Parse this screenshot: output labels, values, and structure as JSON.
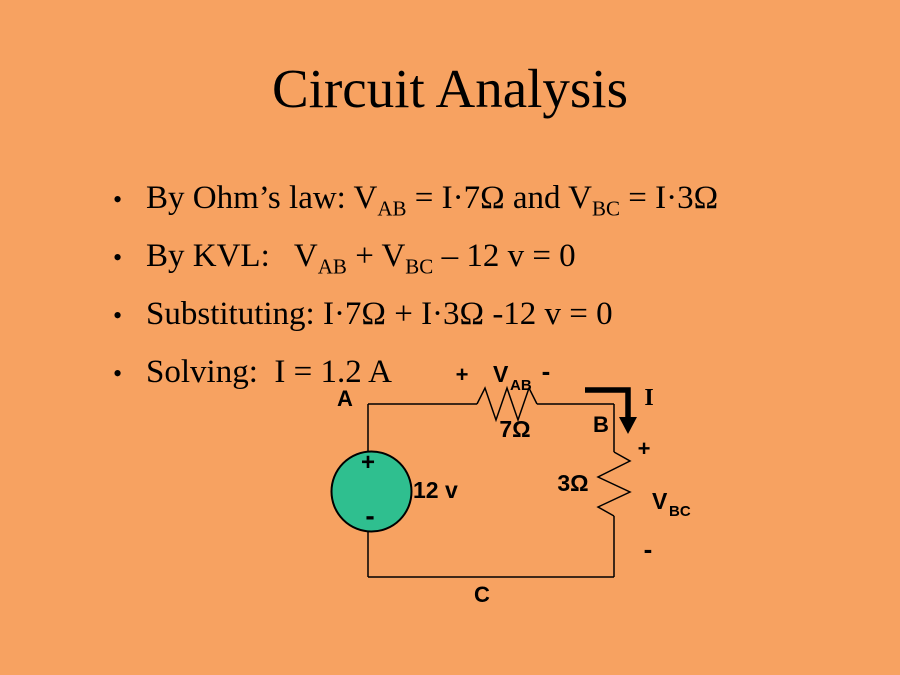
{
  "slide": {
    "title": "Circuit Analysis",
    "bullet_char": "•",
    "bullets": [
      {
        "pre": "By Ohm’s law: V",
        "sub1": "AB",
        "mid": " = I·7Ω and V",
        "sub2": "BC",
        "post": " = I·3Ω"
      },
      {
        "pre": "By KVL:   V",
        "sub1": "AB",
        "mid": " + V",
        "sub2": "BC",
        "post": " – 12 v = 0"
      },
      {
        "pre": "Substituting: I·7Ω + I·3Ω -12 v = 0"
      },
      {
        "pre": "Solving:  I = 1.2 A"
      }
    ]
  },
  "circuit": {
    "node_a": "A",
    "node_b": "B",
    "node_c": "C",
    "source_label": "12 v",
    "source_plus": "+",
    "source_minus": "-",
    "r1_label": "7Ω",
    "r2_label": "3Ω",
    "vab_plus": "+",
    "vab_v": "V",
    "vab_sub": "AB",
    "vab_minus": "-",
    "vbc_plus": "+",
    "vbc_v": "V",
    "vbc_sub": "BC",
    "vbc_minus": "-",
    "current_label": "I",
    "colors": {
      "background": "#F7A261",
      "source_fill": "#2FBF8F",
      "line": "#000000",
      "text": "#000000"
    }
  }
}
